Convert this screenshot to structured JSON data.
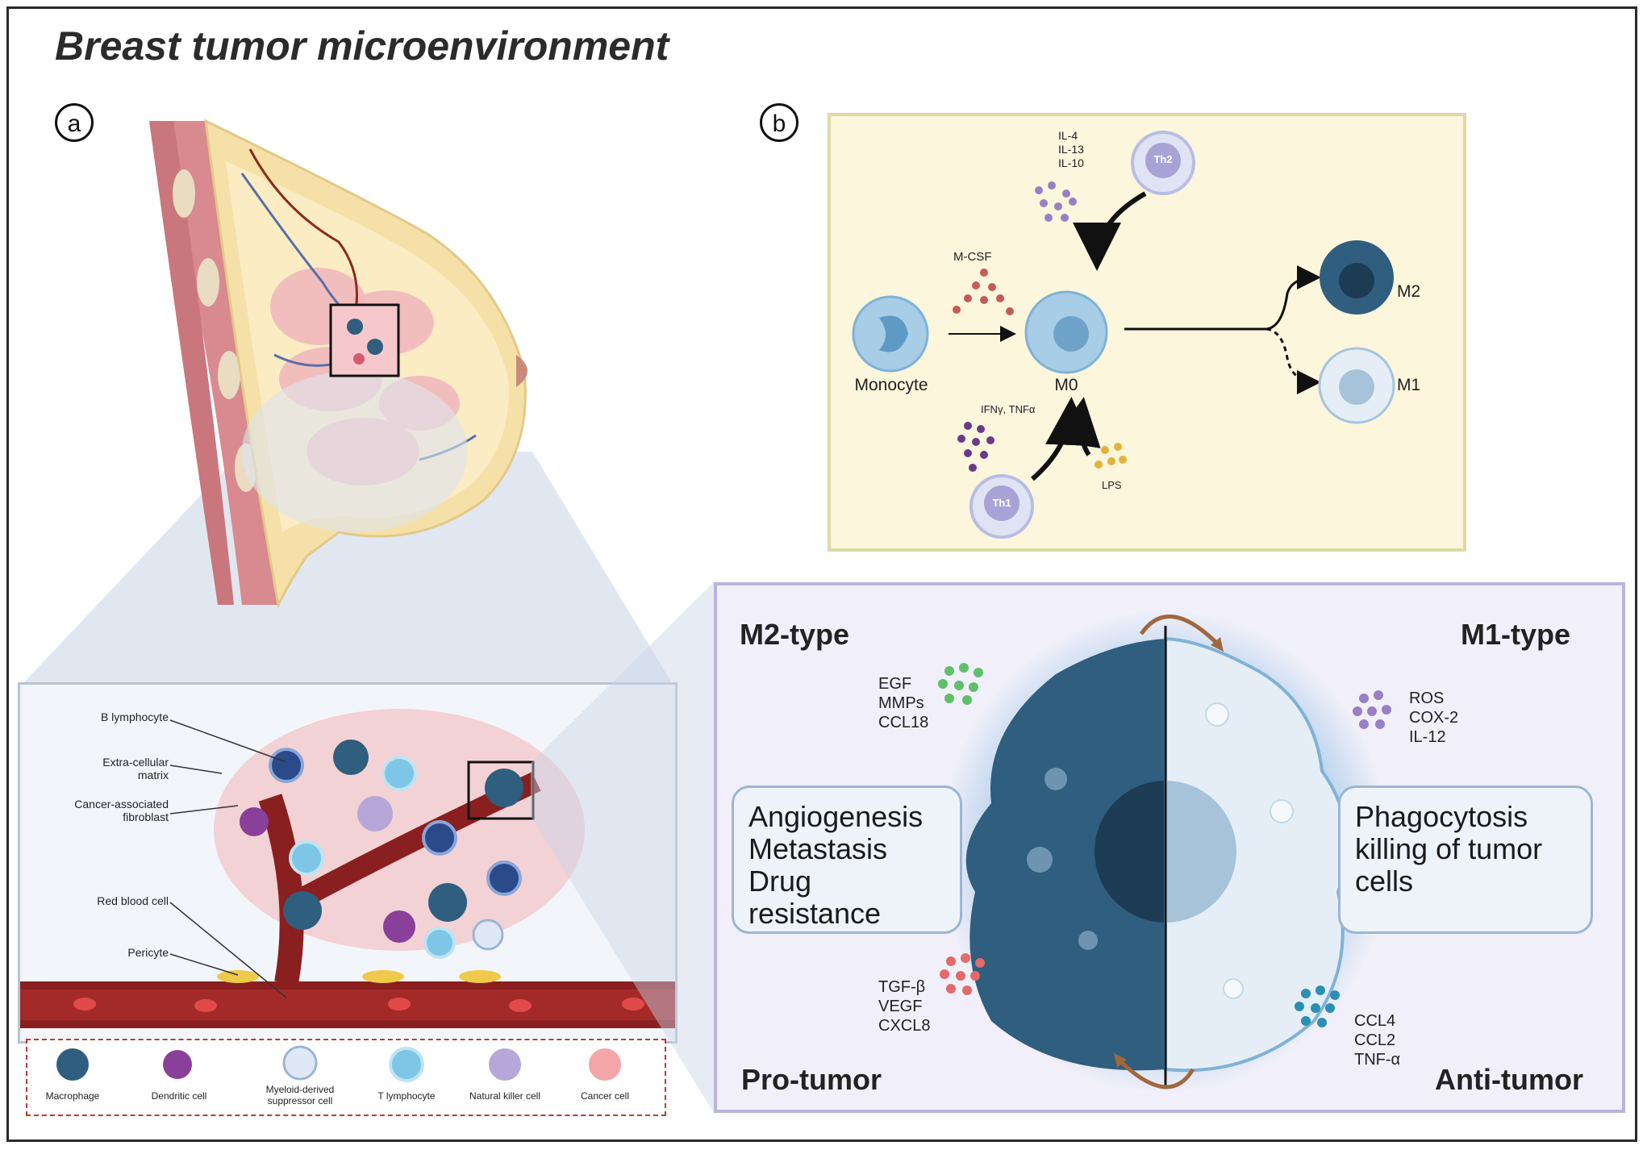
{
  "title": "Breast tumor microenvironment",
  "panel_a": {
    "label": "a",
    "tme_labels": [
      "B lymphocyte",
      "Extra-cellular matrix",
      "Cancer-associated fibroblast",
      "Red blood cell",
      "Pericyte"
    ],
    "legend": [
      "Macrophage",
      "Dendritic cell",
      "Myeloid-derived suppressor cell",
      "T lymphocyte",
      "Natural killer cell",
      "Cancer cell"
    ]
  },
  "panel_b": {
    "label": "b",
    "th2_cytokines": [
      "IL-4",
      "IL-13",
      "IL-10"
    ],
    "th2": "Th2",
    "mcsf": "M-CSF",
    "monocyte": "Monocyte",
    "m0": "M0",
    "th1_cytokines": "IFNγ, TNFα",
    "th1": "Th1",
    "lps": "LPS",
    "m2": "M2",
    "m1": "M1"
  },
  "panel_c": {
    "m2_type": "M2-type",
    "m1_type": "M1-type",
    "m2_factors_top": [
      "EGF",
      "MMPs",
      "CCL18"
    ],
    "m1_factors_top": [
      "ROS",
      "COX-2",
      "IL-12"
    ],
    "m2_effects": [
      "Angiogenesis",
      "Metastasis",
      "Drug resistance"
    ],
    "m1_effects": [
      "Phagocytosis",
      "killing of tumor",
      "cells"
    ],
    "m2_factors_bottom": [
      "TGF-β",
      "VEGF",
      "CXCL8"
    ],
    "m1_factors_bottom": [
      "CCL4",
      "CCL2",
      "TNF-α"
    ],
    "pro_tumor": "Pro-tumor",
    "anti_tumor": "Anti-tumor"
  }
}
